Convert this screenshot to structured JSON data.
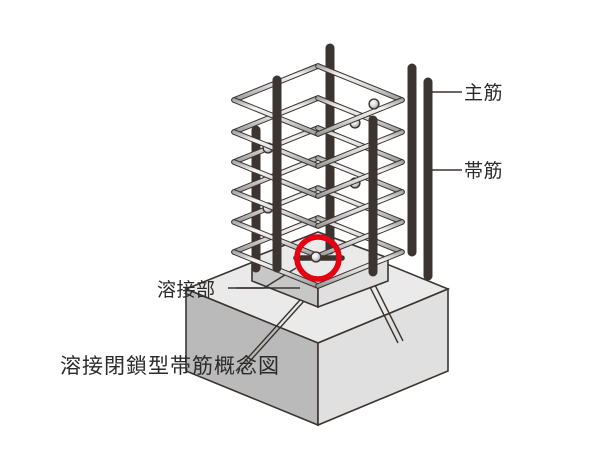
{
  "diagram": {
    "caption": "溶接閉鎖型帯筋概念図",
    "labels": {
      "main_bar": "主筋",
      "hoop_bar": "帯筋",
      "weld": "溶接部"
    },
    "annotation": {
      "highlight_shape": "circle",
      "highlight_color": "#e60012",
      "highlight_target": "weld-node"
    },
    "colors": {
      "outline": "#3c3431",
      "rebar_light": "#f2f2f2",
      "rebar_mid": "#d9d9d9",
      "rebar_dark": "#9a9a9a",
      "concrete_top": "#e9eae9",
      "concrete_left": "#b9bab9",
      "concrete_right": "#dfe0df",
      "text": "#2b2b2b",
      "background": "#ffffff"
    },
    "structure": {
      "main_bars_visible": 6,
      "hoop_levels": 6,
      "weld_nodes_visible": 5,
      "base": "concrete-block"
    }
  }
}
